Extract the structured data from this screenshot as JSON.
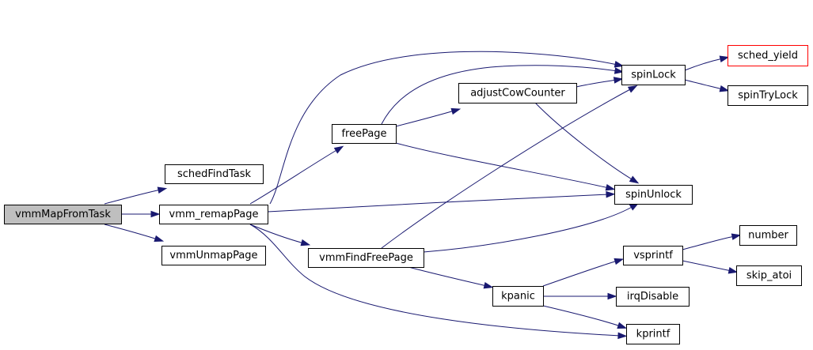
{
  "graph": {
    "nodes": [
      {
        "id": "vmmMapFromTask",
        "label": "vmmMapFromTask",
        "style": "root"
      },
      {
        "id": "schedFindTask",
        "label": "schedFindTask",
        "style": "normal"
      },
      {
        "id": "vmm_remapPage",
        "label": "vmm_remapPage",
        "style": "normal"
      },
      {
        "id": "vmmUnmapPage",
        "label": "vmmUnmapPage",
        "style": "normal"
      },
      {
        "id": "freePage",
        "label": "freePage",
        "style": "normal"
      },
      {
        "id": "vmmFindFreePage",
        "label": "vmmFindFreePage",
        "style": "normal"
      },
      {
        "id": "adjustCowCounter",
        "label": "adjustCowCounter",
        "style": "normal"
      },
      {
        "id": "kpanic",
        "label": "kpanic",
        "style": "normal"
      },
      {
        "id": "spinLock",
        "label": "spinLock",
        "style": "normal"
      },
      {
        "id": "spinUnlock",
        "label": "spinUnlock",
        "style": "normal"
      },
      {
        "id": "vsprintf",
        "label": "vsprintf",
        "style": "normal"
      },
      {
        "id": "irqDisable",
        "label": "irqDisable",
        "style": "normal"
      },
      {
        "id": "kprintf",
        "label": "kprintf",
        "style": "normal"
      },
      {
        "id": "sched_yield",
        "label": "sched_yield",
        "style": "red"
      },
      {
        "id": "spinTryLock",
        "label": "spinTryLock",
        "style": "normal"
      },
      {
        "id": "number",
        "label": "number",
        "style": "normal"
      },
      {
        "id": "skip_atoi",
        "label": "skip_atoi",
        "style": "normal"
      }
    ],
    "edges": [
      {
        "from": "vmmMapFromTask",
        "to": "schedFindTask"
      },
      {
        "from": "vmmMapFromTask",
        "to": "vmm_remapPage"
      },
      {
        "from": "vmmMapFromTask",
        "to": "vmmUnmapPage"
      },
      {
        "from": "vmm_remapPage",
        "to": "freePage"
      },
      {
        "from": "vmm_remapPage",
        "to": "spinLock"
      },
      {
        "from": "vmm_remapPage",
        "to": "spinUnlock"
      },
      {
        "from": "vmm_remapPage",
        "to": "vmmFindFreePage"
      },
      {
        "from": "vmm_remapPage",
        "to": "kprintf"
      },
      {
        "from": "freePage",
        "to": "adjustCowCounter"
      },
      {
        "from": "freePage",
        "to": "spinLock"
      },
      {
        "from": "freePage",
        "to": "spinUnlock"
      },
      {
        "from": "vmmFindFreePage",
        "to": "spinLock"
      },
      {
        "from": "vmmFindFreePage",
        "to": "spinUnlock"
      },
      {
        "from": "vmmFindFreePage",
        "to": "kpanic"
      },
      {
        "from": "adjustCowCounter",
        "to": "spinLock"
      },
      {
        "from": "adjustCowCounter",
        "to": "spinUnlock"
      },
      {
        "from": "kpanic",
        "to": "vsprintf"
      },
      {
        "from": "kpanic",
        "to": "irqDisable"
      },
      {
        "from": "kpanic",
        "to": "kprintf"
      },
      {
        "from": "spinLock",
        "to": "sched_yield"
      },
      {
        "from": "spinLock",
        "to": "spinTryLock"
      },
      {
        "from": "vsprintf",
        "to": "number"
      },
      {
        "from": "vsprintf",
        "to": "skip_atoi"
      }
    ]
  },
  "colors": {
    "edge": "#191970",
    "root_fill": "#bfbfbf",
    "node_border": "#000000",
    "highlight_border": "#ff0000",
    "background": "#ffffff"
  }
}
